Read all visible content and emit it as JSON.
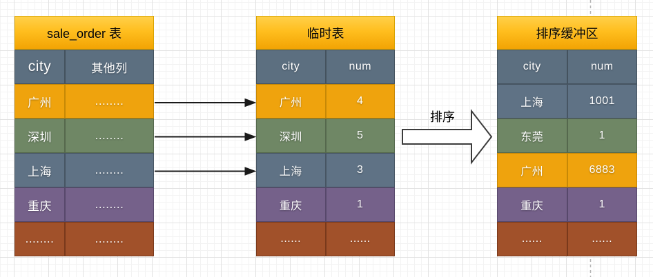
{
  "labels": {
    "sort": "排序"
  },
  "palette": {
    "title_gradient_top": "#FFD04A",
    "title_gradient_bottom": "#F2A404",
    "column_header": "#5C6F80",
    "row_orange": "#EFA30D",
    "row_green": "#6F8765",
    "row_blue_gray": "#5F7285",
    "row_purple": "#75618A",
    "row_brown": "#A1512A",
    "connector_black": "#1A1A1A",
    "page_break_dash_gray": "#B5B5B5"
  },
  "tables": [
    {
      "title": "sale_order 表",
      "columns": [
        "city",
        "其他列"
      ],
      "rows": [
        {
          "cells": [
            "广州",
            "........"
          ]
        },
        {
          "cells": [
            "深圳",
            "........"
          ]
        },
        {
          "cells": [
            "上海",
            "........"
          ]
        },
        {
          "cells": [
            "重庆",
            "........"
          ]
        },
        {
          "cells": [
            "........",
            "........"
          ]
        }
      ]
    },
    {
      "title": "临时表",
      "columns": [
        "city",
        "num"
      ],
      "rows": [
        {
          "cells": [
            "广州",
            "4"
          ]
        },
        {
          "cells": [
            "深圳",
            "5"
          ]
        },
        {
          "cells": [
            "上海",
            "3"
          ]
        },
        {
          "cells": [
            "重庆",
            "1"
          ]
        },
        {
          "cells": [
            "......",
            "......"
          ]
        }
      ]
    },
    {
      "title": "排序缓冲区",
      "columns": [
        "city",
        "num"
      ],
      "rows": [
        {
          "cells": [
            "上海",
            "1001"
          ]
        },
        {
          "cells": [
            "东莞",
            "1"
          ]
        },
        {
          "cells": [
            "广州",
            "6883"
          ]
        },
        {
          "cells": [
            "重庆",
            "1"
          ]
        },
        {
          "cells": [
            "......",
            "......"
          ]
        }
      ]
    }
  ]
}
